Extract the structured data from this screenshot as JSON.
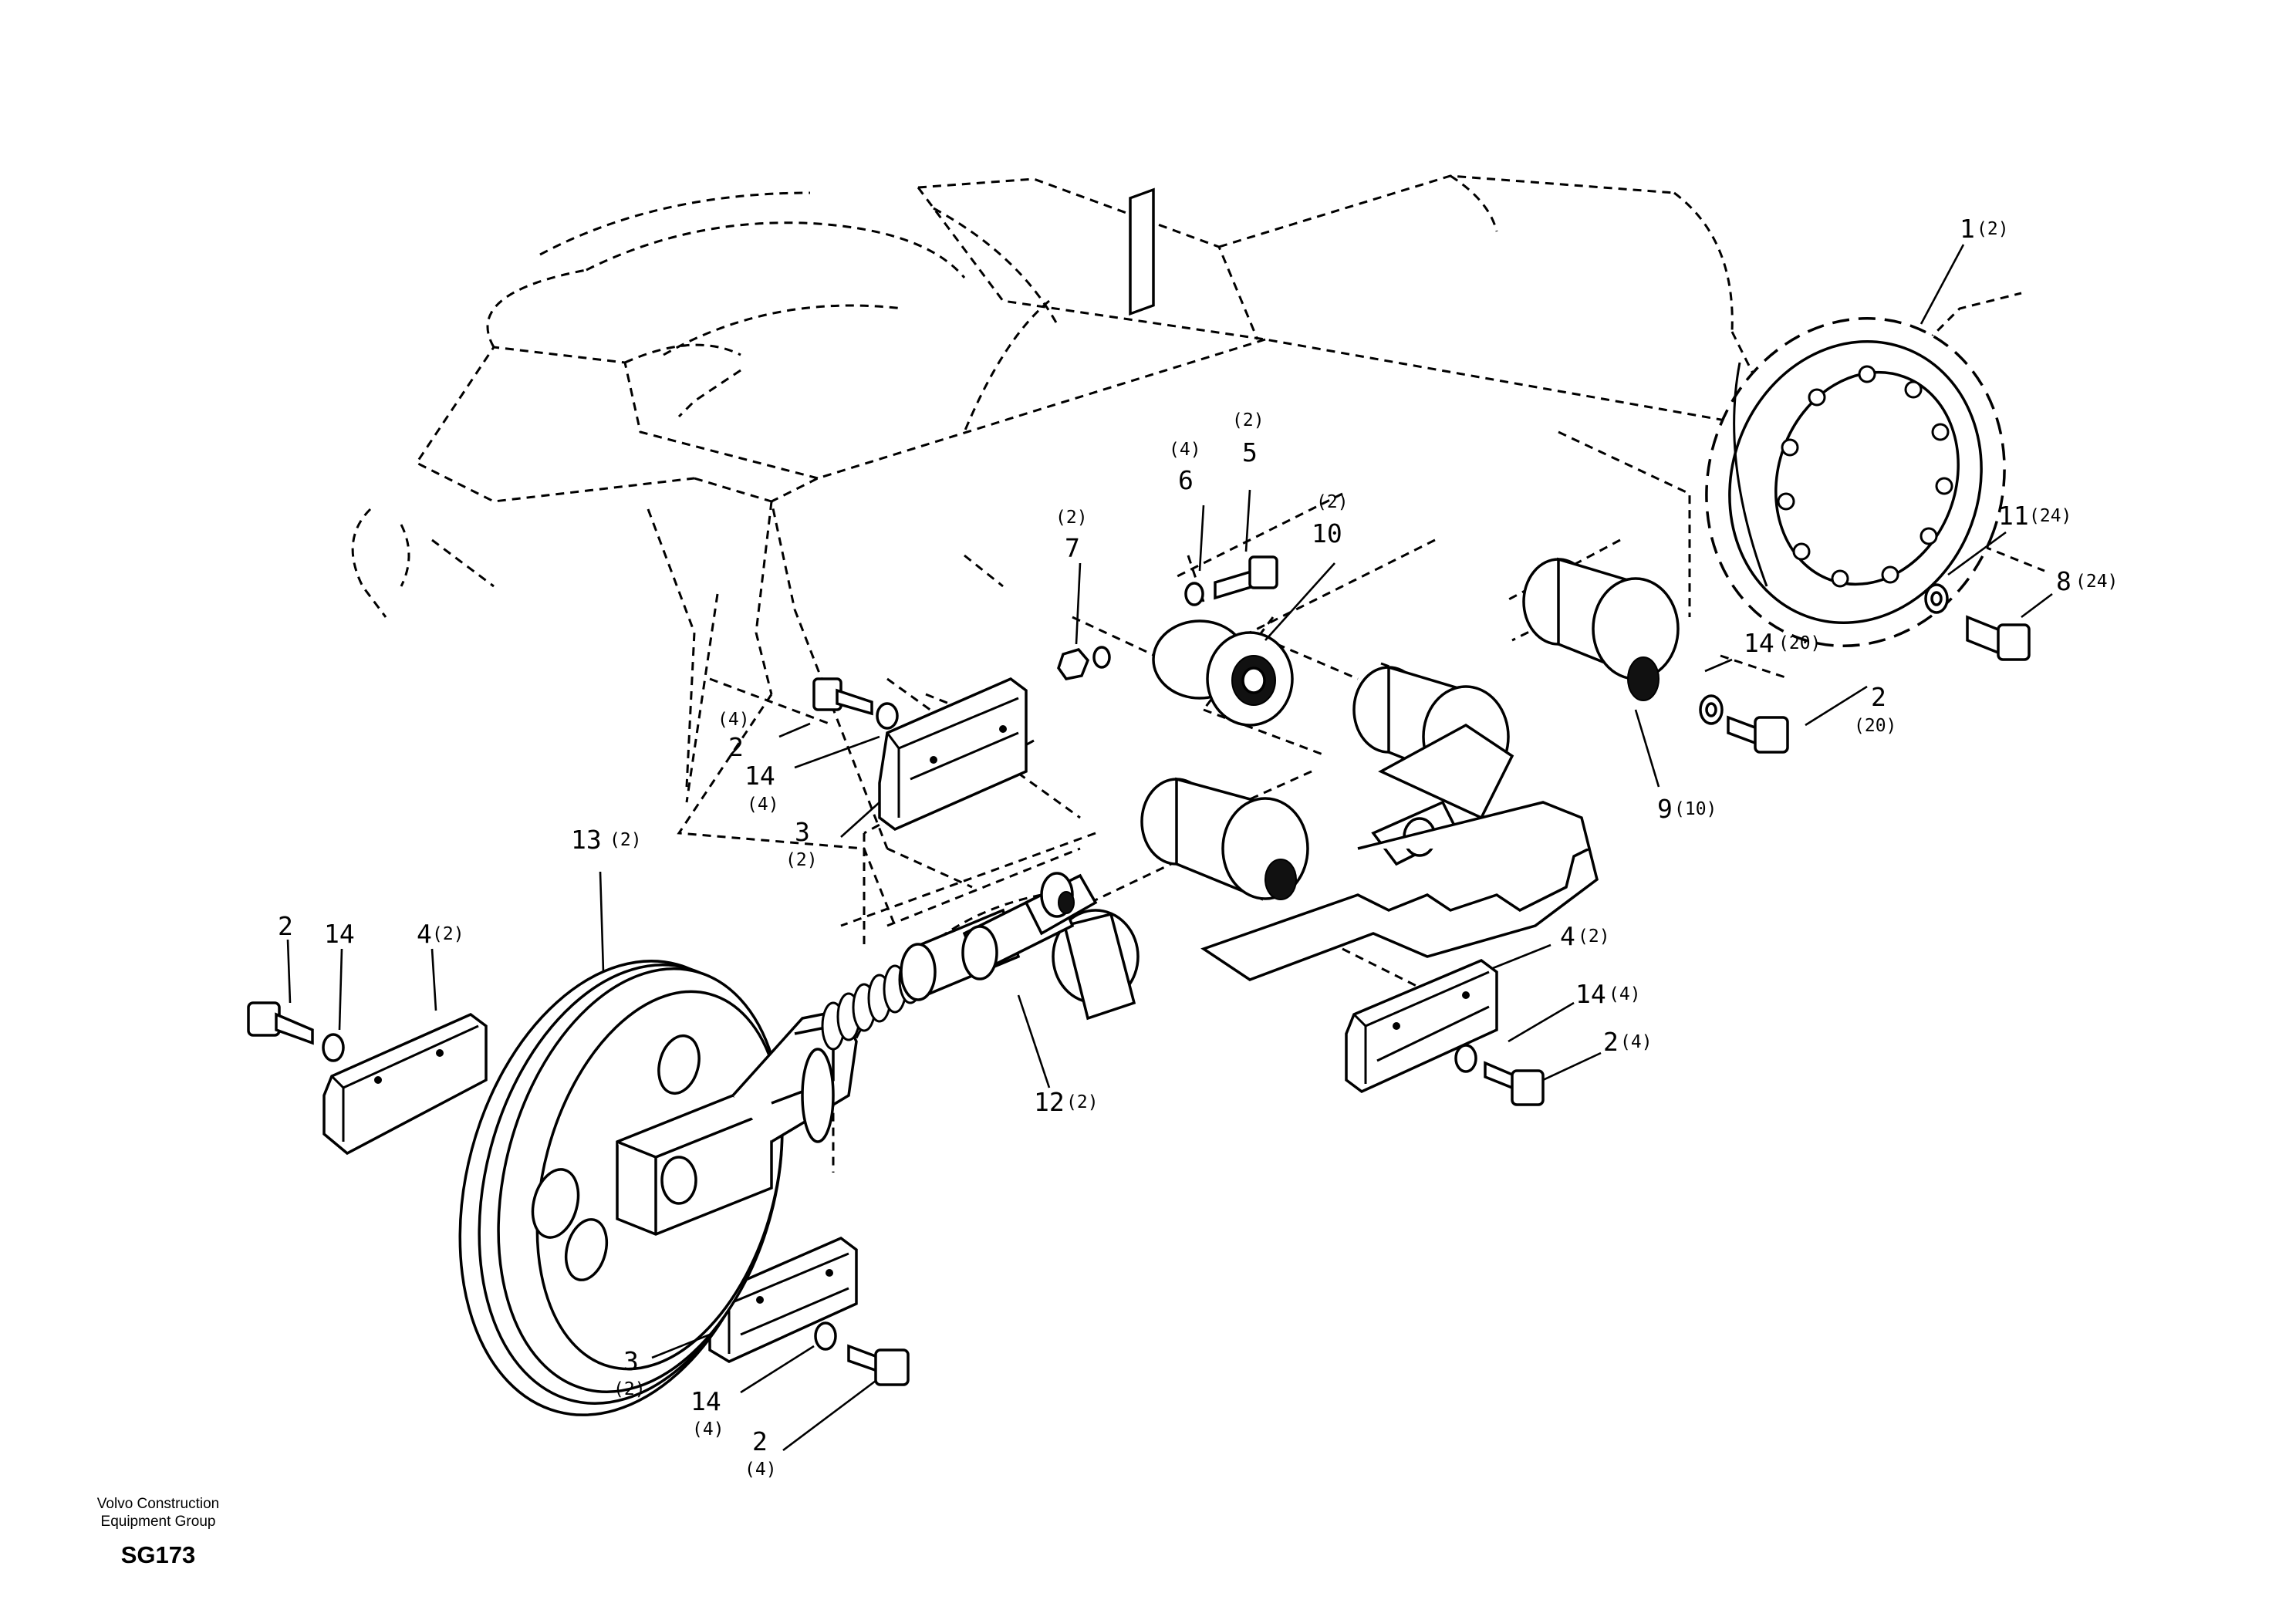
{
  "footer": {
    "company_line1": "Volvo Construction",
    "company_line2": "Equipment Group",
    "code": "SG173"
  },
  "callouts": {
    "c1_num": "1",
    "c1_qty": "(2)",
    "c5_qty": "(2)",
    "c5_num": "5",
    "c6_qty": "(4)",
    "c6_num": "6",
    "c10_qty": "(2)",
    "c10_num": "10",
    "c7_qty": "(2)",
    "c7_num": "7",
    "c11_num": "11",
    "c11_qty": "(24)",
    "c8_num": "8",
    "c8_qty": "(24)",
    "c14a_num": "14",
    "c14a_qty": "(20)",
    "c2a_num": "2",
    "c2a_qty": "(20)",
    "c9_num": "9",
    "c9_qty": "(10)",
    "c2b_qty": "(4)",
    "c2b_num": "2",
    "c14b_num": "14",
    "c14b_qty": "(4)",
    "c3a_num": "3",
    "c3a_qty": "(2)",
    "c13_num": "13",
    "c13_qty": "(2)",
    "c2c_num": "2",
    "c14c_num": "14",
    "c4a_num": "4",
    "c4a_qty": "(2)",
    "c12_num": "12",
    "c12_qty": "(2)",
    "c4b_num": "4",
    "c4b_qty": "(2)",
    "c14d_num": "14",
    "c14d_qty": "(4)",
    "c2d_num": "2",
    "c2d_qty": "(4)",
    "c3b_num": "3",
    "c3b_qty": "(2)",
    "c14e_num": "14",
    "c14e_qty": "(4)",
    "c2e_num": "2",
    "c2e_qty": "(4)"
  }
}
